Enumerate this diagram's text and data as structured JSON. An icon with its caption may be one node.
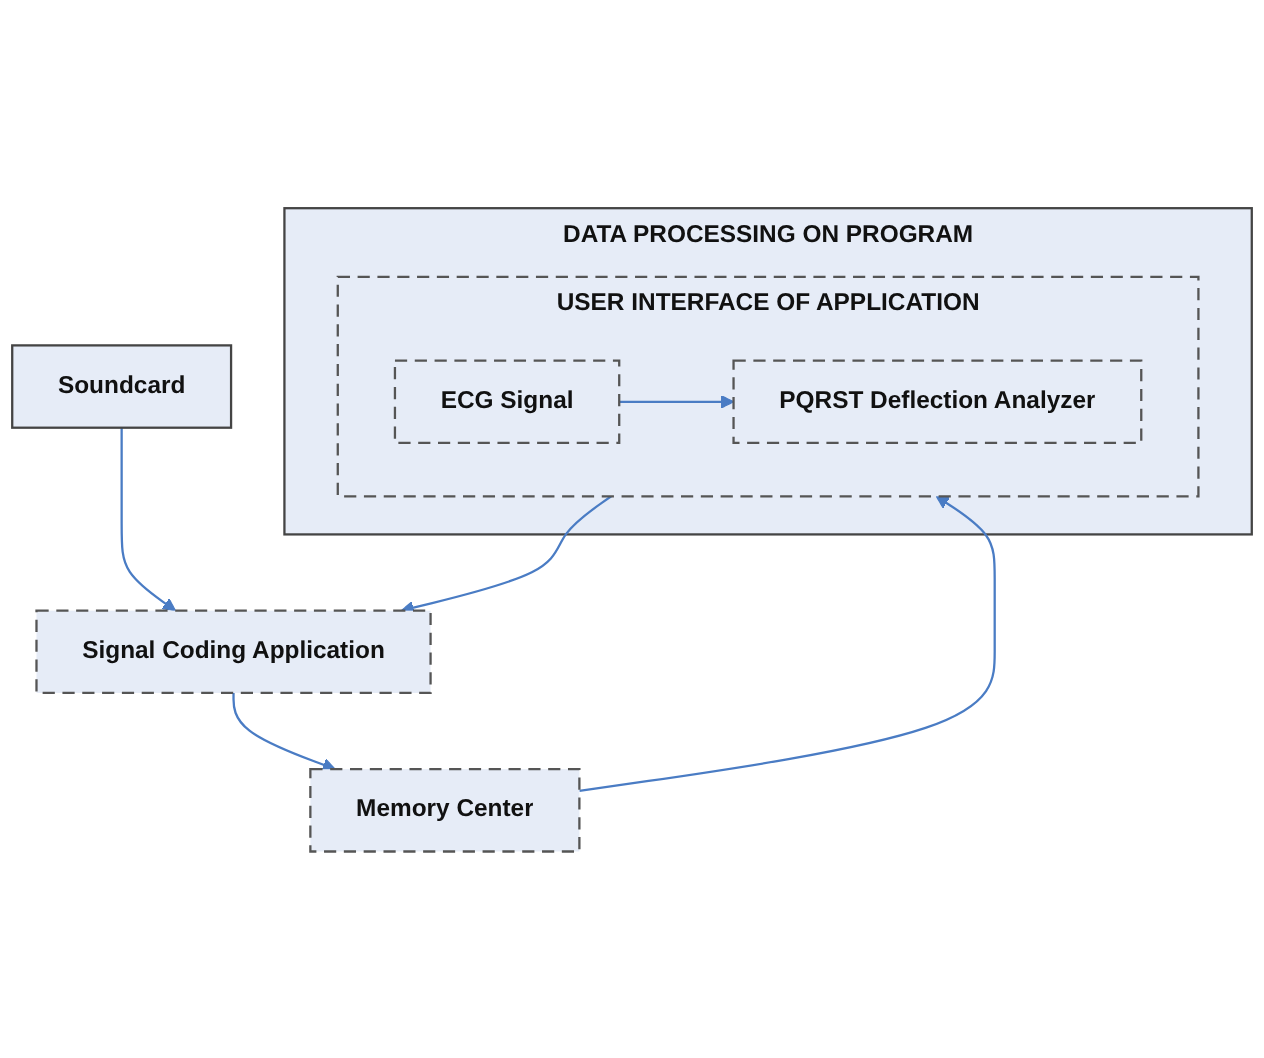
{
  "diagram": {
    "nodes": [
      {
        "text": [
          "DATA PROCESSING ON PROGRAM"
        ]
      },
      {
        "text": [
          "USER INTERFACE OF APPLICATION"
        ],
        "in": 0
      },
      {
        "text": [
          "ECG Signal"
        ],
        "in": 1
      },
      {
        "text": [
          "PQRST Deflection Analyzer"
        ],
        "in": 1
      },
      {
        "text": [
          "Signal Coding Application"
        ]
      },
      {
        "text": [
          "Memory Center"
        ]
      },
      {
        "text": [
          "Soundcard"
        ]
      }
    ],
    "edges": [
      {
        "from": 2,
        "to": 3,
        "arrow": "to"
      },
      {
        "from": 1,
        "to": 4,
        "arrow": "to"
      },
      {
        "from": 4,
        "to": 5,
        "arrow": "to"
      },
      {
        "from": 5,
        "to": 1,
        "arrow": "to"
      },
      {
        "from": 6,
        "to": 4,
        "arrow": "to"
      }
    ]
  }
}
